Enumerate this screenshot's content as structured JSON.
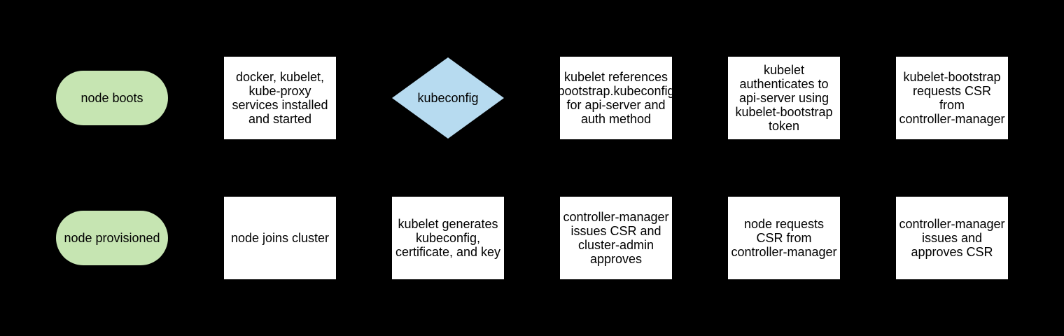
{
  "flowchart": {
    "background_color": "#000000",
    "text_color": "#000000",
    "shape_colors": {
      "terminal_fill": "#c6e5b2",
      "process_fill": "#ffffff",
      "decision_fill": "#b7dbf0"
    },
    "rows": [
      {
        "nodes": [
          {
            "type": "terminal",
            "label": "node boots"
          },
          {
            "type": "process",
            "label": "docker, kubelet,\nkube-proxy\nservices installed\nand started"
          },
          {
            "type": "decision",
            "label": "kubeconfig"
          },
          {
            "type": "process",
            "label": "kubelet references\nbootstrap.kubeconfig\nfor api-server and\nauth method"
          },
          {
            "type": "process",
            "label": "kubelet\nauthenticates to\napi-server using\nkubelet-bootstrap\ntoken"
          },
          {
            "type": "process",
            "label": "kubelet-bootstrap\nrequests CSR\nfrom\ncontroller-manager"
          }
        ]
      },
      {
        "nodes": [
          {
            "type": "terminal",
            "label": "node provisioned"
          },
          {
            "type": "process",
            "label": "node joins cluster"
          },
          {
            "type": "process",
            "label": "kubelet generates\nkubeconfig,\ncertificate, and key"
          },
          {
            "type": "process",
            "label": "controller-manager\nissues CSR and\ncluster-admin\napproves"
          },
          {
            "type": "process",
            "label": "node requests\nCSR from\ncontroller-manager"
          },
          {
            "type": "process",
            "label": "controller-manager\nissues and\napproves CSR"
          }
        ]
      }
    ]
  }
}
